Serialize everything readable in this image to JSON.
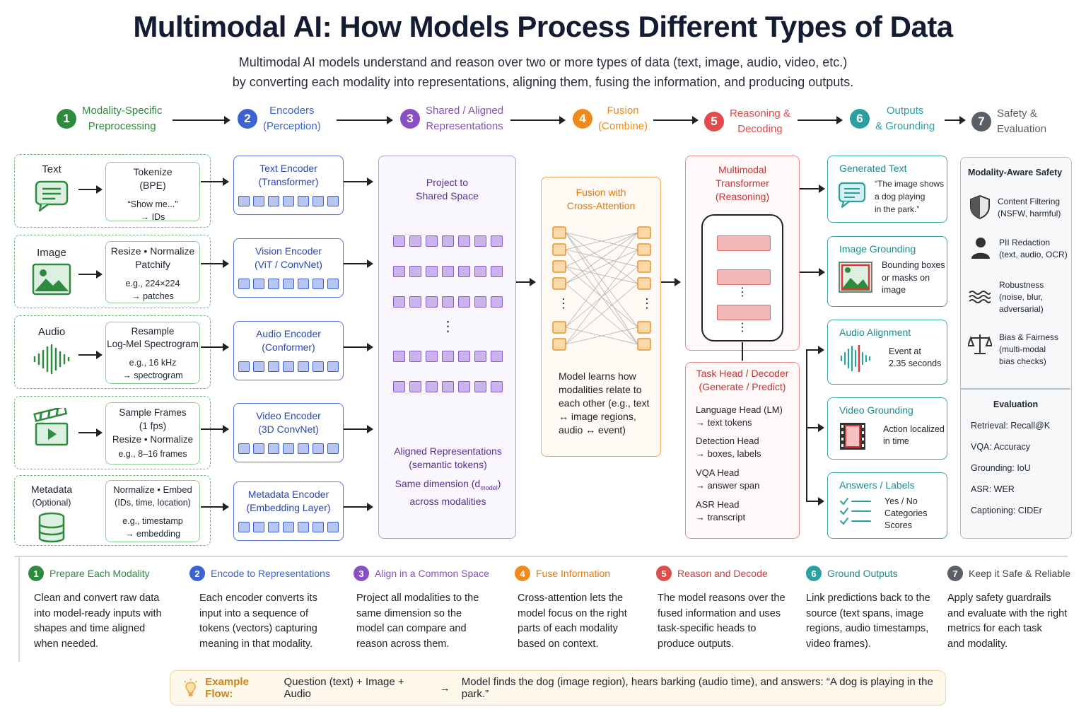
{
  "title": "Multimodal AI: How Models Process Different Types of Data",
  "subtitle_line1": "Multimodal AI models understand and reason over two or more types of data (text, image, audio, video, etc.)",
  "subtitle_line2": "by converting each modality into representations, aligning them, fusing the information, and producing outputs.",
  "colors": {
    "green": "#2e8b3e",
    "blue": "#3b63d1",
    "purple": "#8a4fc4",
    "orange": "#f08a1c",
    "red": "#e04b4b",
    "teal": "#2aa0a0",
    "gray": "#5a5f66"
  },
  "steps": [
    {
      "num": "1",
      "line1": "Modality-Specific",
      "line2": "Preprocessing"
    },
    {
      "num": "2",
      "line1": "Encoders",
      "line2": "(Perception)"
    },
    {
      "num": "3",
      "line1": "Shared / Aligned",
      "line2": "Representations"
    },
    {
      "num": "4",
      "line1": "Fusion",
      "line2": "(Combine)"
    },
    {
      "num": "5",
      "line1": "Reasoning &",
      "line2": "Decoding"
    },
    {
      "num": "6",
      "line1": "Outputs",
      "line2": "& Grounding"
    },
    {
      "num": "7",
      "line1": "Safety &",
      "line2": "Evaluation"
    }
  ],
  "modalities": [
    {
      "name": "Text",
      "sub": "",
      "icon": "chat-icon",
      "pre1": "Tokenize",
      "pre2": "(BPE)",
      "pre3": "“Show me...”",
      "pre4": "→ IDs"
    },
    {
      "name": "Image",
      "sub": "",
      "icon": "image-icon",
      "pre1": "Resize • Normalize",
      "pre2": "Patchify",
      "pre3": "e.g., 224×224",
      "pre4": "→ patches"
    },
    {
      "name": "Audio",
      "sub": "",
      "icon": "waveform-icon",
      "pre1": "Resample",
      "pre2": "Log-Mel Spectrogram",
      "pre3": "e.g., 16 kHz",
      "pre4": "→ spectrogram"
    },
    {
      "name": "",
      "sub": "",
      "icon": "clapperboard-icon",
      "pre1": "Sample Frames",
      "pre2": "(1 fps)",
      "pre3": "Resize • Normalize",
      "pre4": "e.g., 8–16 frames"
    },
    {
      "name": "Metadata",
      "sub": "(Optional)",
      "icon": "database-icon",
      "pre1": "Normalize • Embed",
      "pre2": "(IDs, time, location)",
      "pre3": "e.g., timestamp",
      "pre4": "→ embedding"
    }
  ],
  "encoders": [
    {
      "l1": "Text Encoder",
      "l2": "(Transformer)"
    },
    {
      "l1": "Vision Encoder",
      "l2": "(ViT / ConvNet)"
    },
    {
      "l1": "Audio Encoder",
      "l2": "(Conformer)"
    },
    {
      "l1": "Video Encoder",
      "l2": "(3D ConvNet)"
    },
    {
      "l1": "Metadata Encoder",
      "l2": "(Embedding Layer)"
    }
  ],
  "shared": {
    "head1": "Project to",
    "head2": "Shared Space",
    "ellipsis": "⋮",
    "foot1": "Aligned Representations",
    "foot2": "(semantic tokens)",
    "foot3": "Same dimension (d",
    "foot3_sub": "model",
    "foot3_end": ")",
    "foot4": "across modalities"
  },
  "fusion": {
    "head1": "Fusion with",
    "head2": "Cross-Attention",
    "ellipsis": "⋮",
    "desc": [
      "Model learns how",
      "modalities relate to",
      "each other (e.g., text",
      "↔ image regions,",
      "audio ↔ event)"
    ]
  },
  "reasoning": {
    "head1": "Multimodal",
    "head2": "Transformer",
    "head3": "(Reasoning)",
    "ellipsis": "⋮",
    "task_head1": "Task Head / Decoder",
    "task_head2": "(Generate / Predict)",
    "heads": [
      {
        "a": "Language Head (LM)",
        "b": "→ text tokens"
      },
      {
        "a": "Detection Head",
        "b": "→ boxes, labels"
      },
      {
        "a": "VQA Head",
        "b": "→ answer span"
      },
      {
        "a": "ASR Head",
        "b": "→ transcript"
      }
    ]
  },
  "outputs": [
    {
      "title": "Generated Text",
      "icon": "chat-icon",
      "text": [
        "“The image shows",
        "a dog playing",
        "in the park.”"
      ]
    },
    {
      "title": "Image Grounding",
      "icon": "bounding-box-image-icon",
      "text": [
        "Bounding boxes",
        "or masks on",
        "image"
      ]
    },
    {
      "title": "Audio Alignment",
      "icon": "waveform-icon",
      "text": [
        "Event at",
        "2.35 seconds"
      ]
    },
    {
      "title": "Video Grounding",
      "icon": "film-frame-icon",
      "text": [
        "Action localized",
        "in time"
      ]
    },
    {
      "title": "Answers / Labels",
      "icon": "checklist-icon",
      "text": [
        "Yes / No",
        "Categories",
        "Scores"
      ]
    }
  ],
  "safety": {
    "title": "Modality-Aware Safety",
    "items": [
      {
        "icon": "shield-icon",
        "a": "Content Filtering",
        "b": "(NSFW, harmful)"
      },
      {
        "icon": "person-icon",
        "a": "PII Redaction",
        "b": "(text, audio, OCR)"
      },
      {
        "icon": "waves-icon",
        "a": "Robustness",
        "b": "(noise, blur,",
        "c": "adversarial)"
      },
      {
        "icon": "scales-icon",
        "a": "Bias & Fairness",
        "b": "(multi-modal",
        "c": "bias checks)"
      }
    ],
    "eval_title": "Evaluation",
    "eval": [
      "Retrieval: Recall@K",
      "VQA: Accuracy",
      "Grounding: IoU",
      "ASR: WER",
      "Captioning: CIDEr"
    ]
  },
  "bottom": [
    {
      "num": "1",
      "title": "Prepare Each Modality",
      "text": [
        "Clean and convert raw data",
        "into model-ready inputs with",
        "shapes and time aligned",
        "when needed."
      ]
    },
    {
      "num": "2",
      "title": "Encode to Representations",
      "text": [
        "Each encoder converts its",
        "input into a sequence of",
        "tokens (vectors) capturing",
        "meaning in that modality."
      ]
    },
    {
      "num": "3",
      "title": "Align in a Common Space",
      "text": [
        "Project all modalities to the",
        "same dimension so the",
        "model can compare and",
        "reason across them."
      ]
    },
    {
      "num": "4",
      "title": "Fuse Information",
      "text": [
        "Cross-attention lets the",
        "model focus on the right",
        "parts of each modality",
        "based on context."
      ]
    },
    {
      "num": "5",
      "title": "Reason and Decode",
      "text": [
        "The model reasons over the",
        "fused information and uses",
        "task-specific heads to",
        "produce outputs."
      ]
    },
    {
      "num": "6",
      "title": "Ground Outputs",
      "text": [
        "Link predictions back to the",
        "source (text spans, image",
        "regions, audio timestamps,",
        "video frames)."
      ]
    },
    {
      "num": "7",
      "title": "Keep it Safe & Reliable",
      "text": [
        "Apply safety guardrails",
        "and evaluate with the right",
        "metrics for each task",
        "and modality."
      ]
    }
  ],
  "example": {
    "label": "Example Flow:",
    "input": "Question (text) + Image + Audio",
    "arrow": "→",
    "result": "Model finds the dog (image region), hears barking (audio time), and answers: “A dog is playing in the park.”"
  }
}
